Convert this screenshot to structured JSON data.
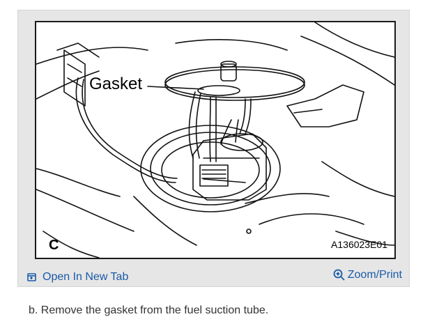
{
  "figure": {
    "callout_label": "Gasket",
    "panel_letter": "C",
    "figure_code": "A136023E01",
    "image_alt": "Fuel pump assembly being lifted out of the fuel tank opening, with the gasket indicated on the top plate"
  },
  "actions": {
    "open_new_tab_label": "Open In New Tab",
    "zoom_print_label": "Zoom/Print"
  },
  "instruction": {
    "text": "b. Remove the gasket from the fuel suction tube."
  },
  "colors": {
    "link": "#1a5aa8",
    "card_bg": "#e6e6e6",
    "text": "#333333"
  }
}
